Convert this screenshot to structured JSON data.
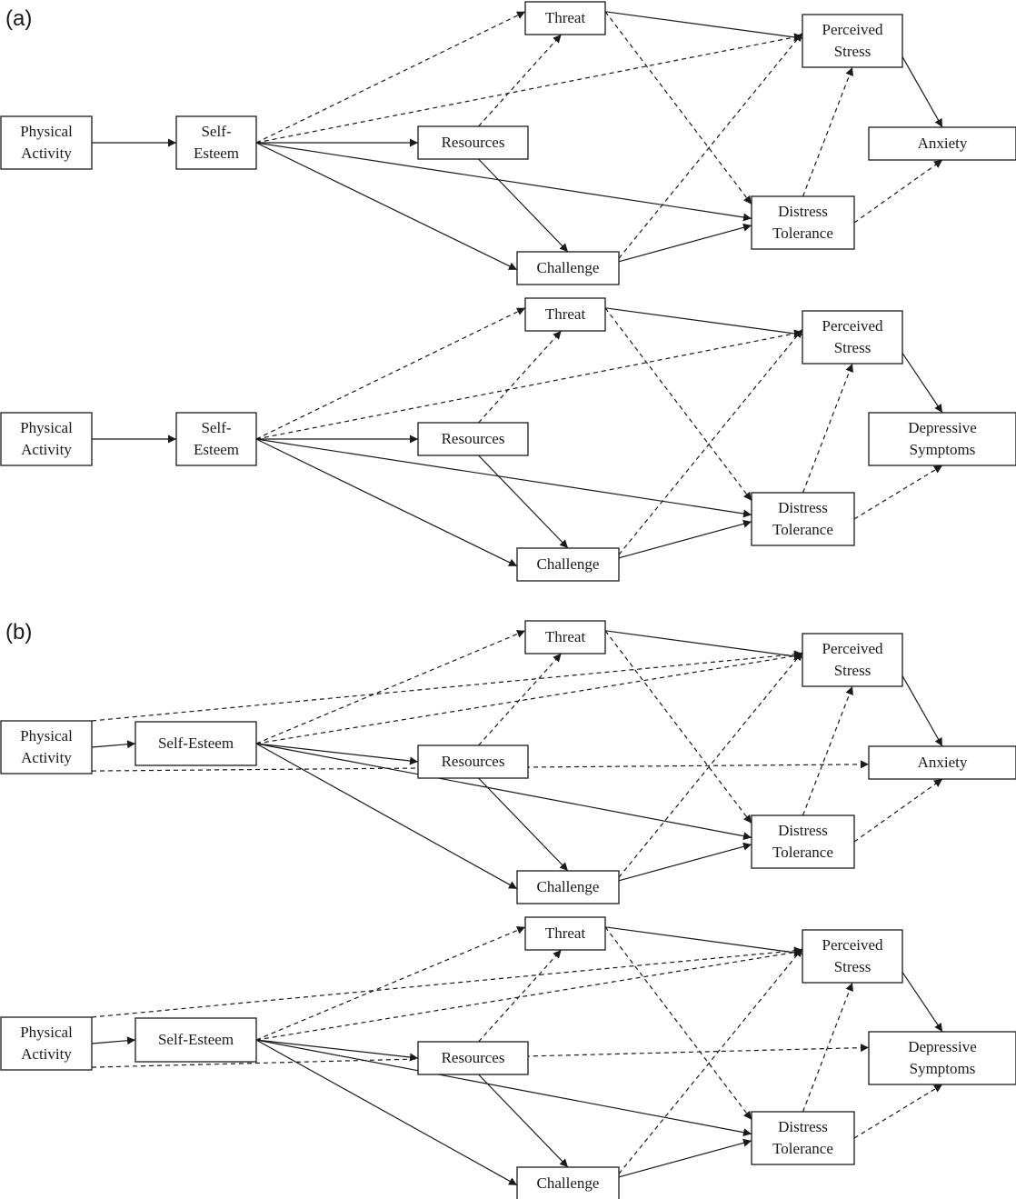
{
  "panel_labels": {
    "a": "(a)",
    "b": "(b)"
  },
  "colors": {
    "stroke": "#1a1a1a",
    "box_fill": "#ffffff"
  },
  "diagrams": [
    {
      "id": "a1",
      "nodes": [
        {
          "id": "pa",
          "lines": [
            "Physical",
            "Activity"
          ]
        },
        {
          "id": "se",
          "lines": [
            "Self-",
            "Esteem"
          ]
        },
        {
          "id": "threat",
          "lines": [
            "Threat"
          ]
        },
        {
          "id": "resources",
          "lines": [
            "Resources"
          ]
        },
        {
          "id": "challenge",
          "lines": [
            "Challenge"
          ]
        },
        {
          "id": "stress",
          "lines": [
            "Perceived",
            "Stress"
          ]
        },
        {
          "id": "dt",
          "lines": [
            "Distress",
            "Tolerance"
          ]
        },
        {
          "id": "out",
          "lines": [
            "Anxiety"
          ]
        }
      ]
    },
    {
      "id": "a2",
      "nodes": [
        {
          "id": "pa",
          "lines": [
            "Physical",
            "Activity"
          ]
        },
        {
          "id": "se",
          "lines": [
            "Self-",
            "Esteem"
          ]
        },
        {
          "id": "threat",
          "lines": [
            "Threat"
          ]
        },
        {
          "id": "resources",
          "lines": [
            "Resources"
          ]
        },
        {
          "id": "challenge",
          "lines": [
            "Challenge"
          ]
        },
        {
          "id": "stress",
          "lines": [
            "Perceived",
            "Stress"
          ]
        },
        {
          "id": "dt",
          "lines": [
            "Distress",
            "Tolerance"
          ]
        },
        {
          "id": "out",
          "lines": [
            "Depressive",
            "Symptoms"
          ]
        }
      ]
    },
    {
      "id": "b1",
      "nodes": [
        {
          "id": "pa",
          "lines": [
            "Physical",
            "Activity"
          ]
        },
        {
          "id": "se",
          "lines": [
            "Self-Esteem"
          ]
        },
        {
          "id": "threat",
          "lines": [
            "Threat"
          ]
        },
        {
          "id": "resources",
          "lines": [
            "Resources"
          ]
        },
        {
          "id": "challenge",
          "lines": [
            "Challenge"
          ]
        },
        {
          "id": "stress",
          "lines": [
            "Perceived",
            "Stress"
          ]
        },
        {
          "id": "dt",
          "lines": [
            "Distress",
            "Tolerance"
          ]
        },
        {
          "id": "out",
          "lines": [
            "Anxiety"
          ]
        }
      ]
    },
    {
      "id": "b2",
      "nodes": [
        {
          "id": "pa",
          "lines": [
            "Physical",
            "Activity"
          ]
        },
        {
          "id": "se",
          "lines": [
            "Self-Esteem"
          ]
        },
        {
          "id": "threat",
          "lines": [
            "Threat"
          ]
        },
        {
          "id": "resources",
          "lines": [
            "Resources"
          ]
        },
        {
          "id": "challenge",
          "lines": [
            "Challenge"
          ]
        },
        {
          "id": "stress",
          "lines": [
            "Perceived",
            "Stress"
          ]
        },
        {
          "id": "dt",
          "lines": [
            "Distress",
            "Tolerance"
          ]
        },
        {
          "id": "out",
          "lines": [
            "Depressive",
            "Symptoms"
          ]
        }
      ]
    }
  ],
  "edges_common": [
    {
      "from": "pa",
      "to": "se",
      "style": "solid"
    },
    {
      "from": "se",
      "to": "threat",
      "style": "dashed"
    },
    {
      "from": "se",
      "to": "stress",
      "style": "dashed"
    },
    {
      "from": "se",
      "to": "resources",
      "style": "solid"
    },
    {
      "from": "se",
      "to": "dt",
      "style": "solid"
    },
    {
      "from": "se",
      "to": "challenge",
      "style": "solid"
    },
    {
      "from": "resources",
      "to": "threat",
      "style": "dashed"
    },
    {
      "from": "resources",
      "to": "challenge",
      "style": "solid"
    },
    {
      "from": "threat",
      "to": "stress",
      "style": "solid"
    },
    {
      "from": "threat",
      "to": "dt",
      "style": "dashed"
    },
    {
      "from": "challenge",
      "to": "stress",
      "style": "dashed"
    },
    {
      "from": "challenge",
      "to": "dt",
      "style": "solid"
    },
    {
      "from": "dt",
      "to": "stress",
      "style": "dashed"
    },
    {
      "from": "dt",
      "to": "out",
      "style": "dashed"
    },
    {
      "from": "stress",
      "to": "out",
      "style": "solid"
    }
  ],
  "edges_b_extra": [
    {
      "from": "pa",
      "to": "stress",
      "style": "dashed"
    },
    {
      "from": "pa",
      "to": "out",
      "style": "dashed"
    }
  ]
}
